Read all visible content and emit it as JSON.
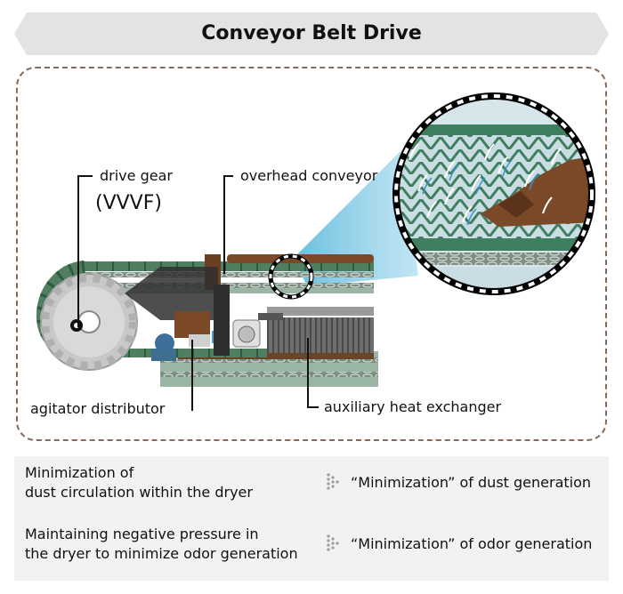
{
  "title": "Conveyor Belt Drive",
  "labels": {
    "drive_gear": "drive gear",
    "vvvf": "(VVVF)",
    "overhead_conveyor": "overhead conveyor",
    "agitator_distributor": "agitator distributor",
    "auxiliary_heat_exchanger": "auxiliary heat exchanger"
  },
  "benefits": [
    {
      "cause_line1": "Minimization of",
      "cause_line2": "dust circulation within the dryer",
      "effect": "“Minimization” of dust generation"
    },
    {
      "cause_line1": "Maintaining negative pressure in",
      "cause_line2": "the dryer to minimize odor generation",
      "effect": "“Minimization” of odor generation"
    }
  ],
  "colors": {
    "banner": "#e3e3e3",
    "frame_border": "#8a6a55",
    "belt_green": "#4a7a5a",
    "sludge_brown": "#7a4a28",
    "callout_blue": "#4fb3d9",
    "panel_bg": "#f2f2f2"
  }
}
